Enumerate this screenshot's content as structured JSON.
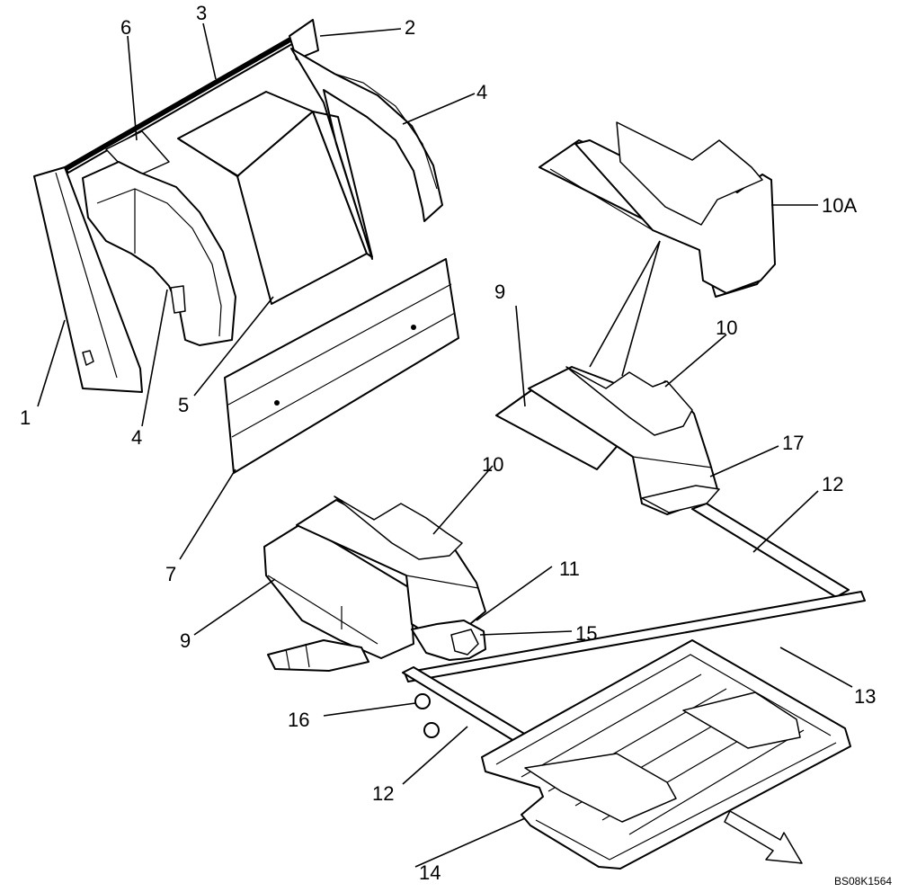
{
  "figure": {
    "reference_code": "BS08K1564"
  },
  "callouts": [
    {
      "id": "c1",
      "label": "1"
    },
    {
      "id": "c2",
      "label": "2"
    },
    {
      "id": "c3",
      "label": "3"
    },
    {
      "id": "c4a",
      "label": "4"
    },
    {
      "id": "c4b",
      "label": "4"
    },
    {
      "id": "c5",
      "label": "5"
    },
    {
      "id": "c6",
      "label": "6"
    },
    {
      "id": "c7",
      "label": "7"
    },
    {
      "id": "c9a",
      "label": "9"
    },
    {
      "id": "c9b",
      "label": "9"
    },
    {
      "id": "c10a",
      "label": "10"
    },
    {
      "id": "c10b",
      "label": "10"
    },
    {
      "id": "c10A",
      "label": "10A"
    },
    {
      "id": "c11",
      "label": "11"
    },
    {
      "id": "c12a",
      "label": "12"
    },
    {
      "id": "c12b",
      "label": "12"
    },
    {
      "id": "c13",
      "label": "13"
    },
    {
      "id": "c14",
      "label": "14"
    },
    {
      "id": "c15",
      "label": "15"
    },
    {
      "id": "c16",
      "label": "16"
    },
    {
      "id": "c17",
      "label": "17"
    }
  ]
}
